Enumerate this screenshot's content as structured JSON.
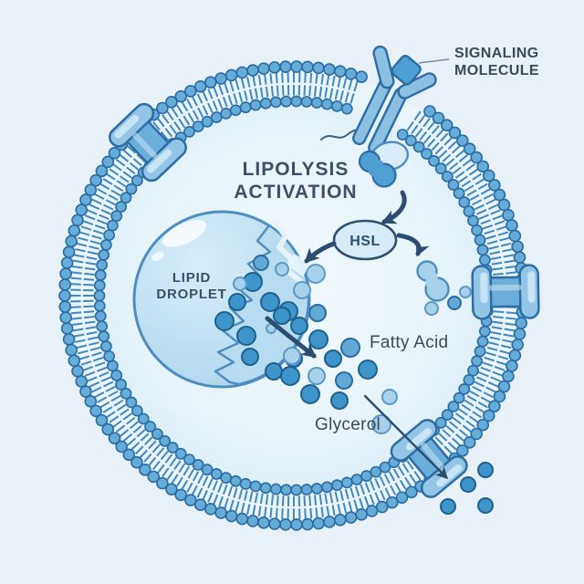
{
  "figure": {
    "type": "cell-biology-diagram",
    "title": {
      "line1": "LIPOLYSIS",
      "line2": "ACTIVATION"
    },
    "labels": {
      "signaling_line1": "SIGNALING",
      "signaling_line2": "MOLECULE",
      "lipid_droplet_line1": "LIPID",
      "lipid_droplet_line2": "DROPLET",
      "enzyme": "HSL",
      "fatty_acid": "Fatty Acid",
      "glycerol": "Glycerol"
    },
    "colors": {
      "background": "#e7f1f7",
      "cell_inner_center": "#f0f8fc",
      "cell_inner_mid": "#e8f4fa",
      "cell_inner_edge": "#dceef8",
      "membrane_band": "#e9f4fb",
      "membrane_tail": "#4189bd",
      "bead_fill": "#65acd8",
      "bead_stroke": "#2b6ba3",
      "channel_body": "#6aaed9",
      "channel_cap": "#93c6e6",
      "channel_highlight": "#c9e5f5",
      "protein_stroke": "#2d6da5",
      "receptor_fill": "#8cc0e3",
      "ligand_fill": "#4d9fd3",
      "gprotein_light": "#d9ecf8",
      "gprotein_dark": "#4f9fd2",
      "droplet_center": "#d8edf9",
      "droplet_mid": "#bcdef1",
      "droplet_edge": "#a2cee9",
      "droplet_stroke": "#4c8ec1",
      "bite_fill": "#b7dcf0",
      "hsl_fill": "#d8ecf8",
      "arrow": "#2b4d72",
      "leader_line": "#7d8b98",
      "text_dark": "#3b4a59",
      "title": "#3c4f66",
      "dot_dark": "#3e95ca",
      "dot_dark_stroke": "#1f608f",
      "dot_mid": "#62a9d6",
      "dot_mid_stroke": "#2b6ba3",
      "dot_light": "#a8d2ec",
      "dot_light_stroke": "#5b99c9"
    },
    "molecules": {
      "droplet_interior_dots": [
        [
          277,
          309,
          10,
          "d"
        ],
        [
          296,
          331,
          10,
          "d"
        ],
        [
          316,
          341,
          10,
          "d"
        ],
        [
          260,
          331,
          9,
          "d"
        ],
        [
          246,
          352,
          10,
          "d"
        ],
        [
          270,
          368,
          10,
          "d"
        ],
        [
          297,
          360,
          5,
          "l"
        ],
        [
          274,
          391,
          9,
          "d"
        ],
        [
          300,
          407,
          9,
          "d"
        ],
        [
          322,
          393,
          9,
          "d"
        ],
        [
          328,
          357,
          9,
          "d"
        ],
        [
          286,
          288,
          8,
          "m"
        ],
        [
          309,
          295,
          7,
          "l"
        ],
        [
          331,
          318,
          9,
          "l"
        ],
        [
          263,
          311,
          7,
          "l"
        ]
      ],
      "fatty_acid_dots": [
        [
          346,
          300,
          10,
          "l"
        ],
        [
          309,
          346,
          9,
          "d"
        ],
        [
          348,
          343,
          9,
          "m"
        ],
        [
          349,
          372,
          10,
          "d"
        ],
        [
          384,
          381,
          10,
          "m"
        ],
        [
          320,
          390,
          9,
          "l"
        ],
        [
          365,
          393,
          9,
          "d"
        ],
        [
          403,
          405,
          10,
          "d"
        ],
        [
          318,
          412,
          10,
          "d"
        ],
        [
          347,
          412,
          9,
          "l"
        ],
        [
          377,
          417,
          9,
          "m"
        ],
        [
          340,
          432,
          10,
          "d"
        ],
        [
          372,
          439,
          9,
          "d"
        ],
        [
          427,
          435,
          8,
          "l"
        ]
      ],
      "glycerol_dot": [
        [
          418,
          465,
          10,
          "l"
        ]
      ],
      "hsl_product_dots": [
        [
          473,
          338,
          7,
          "l"
        ],
        [
          498,
          332,
          7,
          "m"
        ],
        [
          510,
          320,
          6,
          "l"
        ]
      ],
      "exported_dots": [
        [
          513,
          531,
          8,
          "d"
        ],
        [
          532,
          515,
          8,
          "d"
        ],
        [
          491,
          555,
          8,
          "d"
        ],
        [
          532,
          554,
          8,
          "d"
        ]
      ]
    }
  }
}
